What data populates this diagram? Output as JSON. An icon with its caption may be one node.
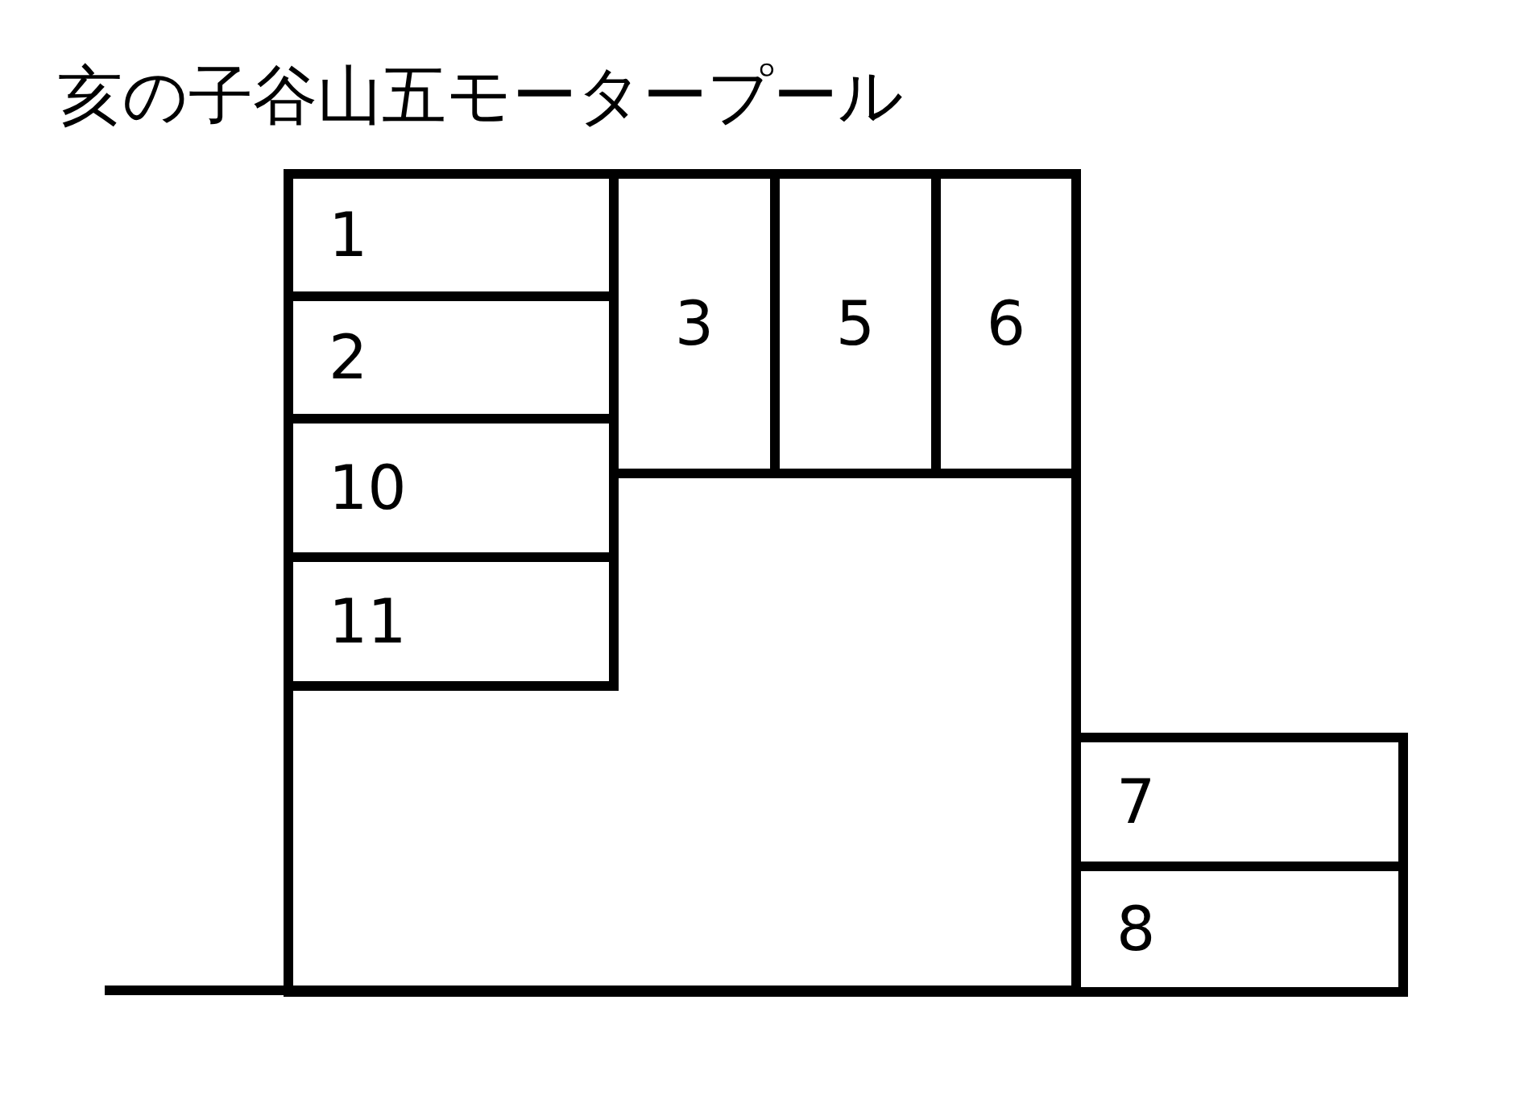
{
  "diagram": {
    "title": "亥の子谷山五モータープール",
    "nodes": [
      {
        "text": [
          "1"
        ]
      },
      {
        "text": [
          "2"
        ]
      },
      {
        "text": [
          "10"
        ]
      },
      {
        "text": [
          "11"
        ]
      },
      {
        "text": [
          "3"
        ]
      },
      {
        "text": [
          "5"
        ]
      },
      {
        "text": [
          "6"
        ]
      },
      {
        "text": [
          "7"
        ]
      },
      {
        "text": [
          "8"
        ]
      }
    ]
  }
}
